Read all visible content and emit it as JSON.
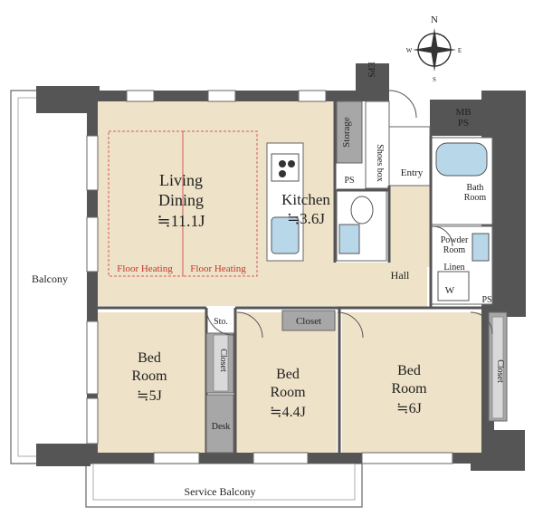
{
  "compass": {
    "north": "N",
    "south": "S",
    "east": "E",
    "west": "W"
  },
  "labels": {
    "eps": "EPS",
    "mb_ps": [
      "MB",
      "PS"
    ],
    "storage": "Storage",
    "shoes_box": "Shoes box",
    "ps_top": "PS",
    "entry": "Entry",
    "living": [
      "Living",
      "Dining",
      "≒11.1J"
    ],
    "kitchen": [
      "Kitchen",
      "≒3.6J"
    ],
    "floor_heating_1": "Floor Heating",
    "floor_heating_2": "Floor Heating",
    "bath": [
      "Bath",
      "Room"
    ],
    "powder": [
      "Powder",
      "Room"
    ],
    "linen": "Linen",
    "w": "W",
    "ps_bottom": "PS",
    "hall": "Hall",
    "balcony": "Balcony",
    "sto": "Sto.",
    "closet_left": "Closet",
    "closet_mid": "Closet",
    "closet_right": "Closet",
    "desk": "Desk",
    "bed1": [
      "Bed",
      "Room",
      "≒5J"
    ],
    "bed2": [
      "Bed",
      "Room",
      "≒4.4J"
    ],
    "bed3": [
      "Bed",
      "Room",
      "≒6J"
    ],
    "service_balcony": "Service Balcony"
  },
  "colors": {
    "floor": "#eee2c8",
    "wall": "#555555",
    "wet_area": "#ffffff",
    "storage_fill": "#a7a7a7",
    "heating_line": "#d65a5a",
    "water": "#b8d8ea"
  }
}
